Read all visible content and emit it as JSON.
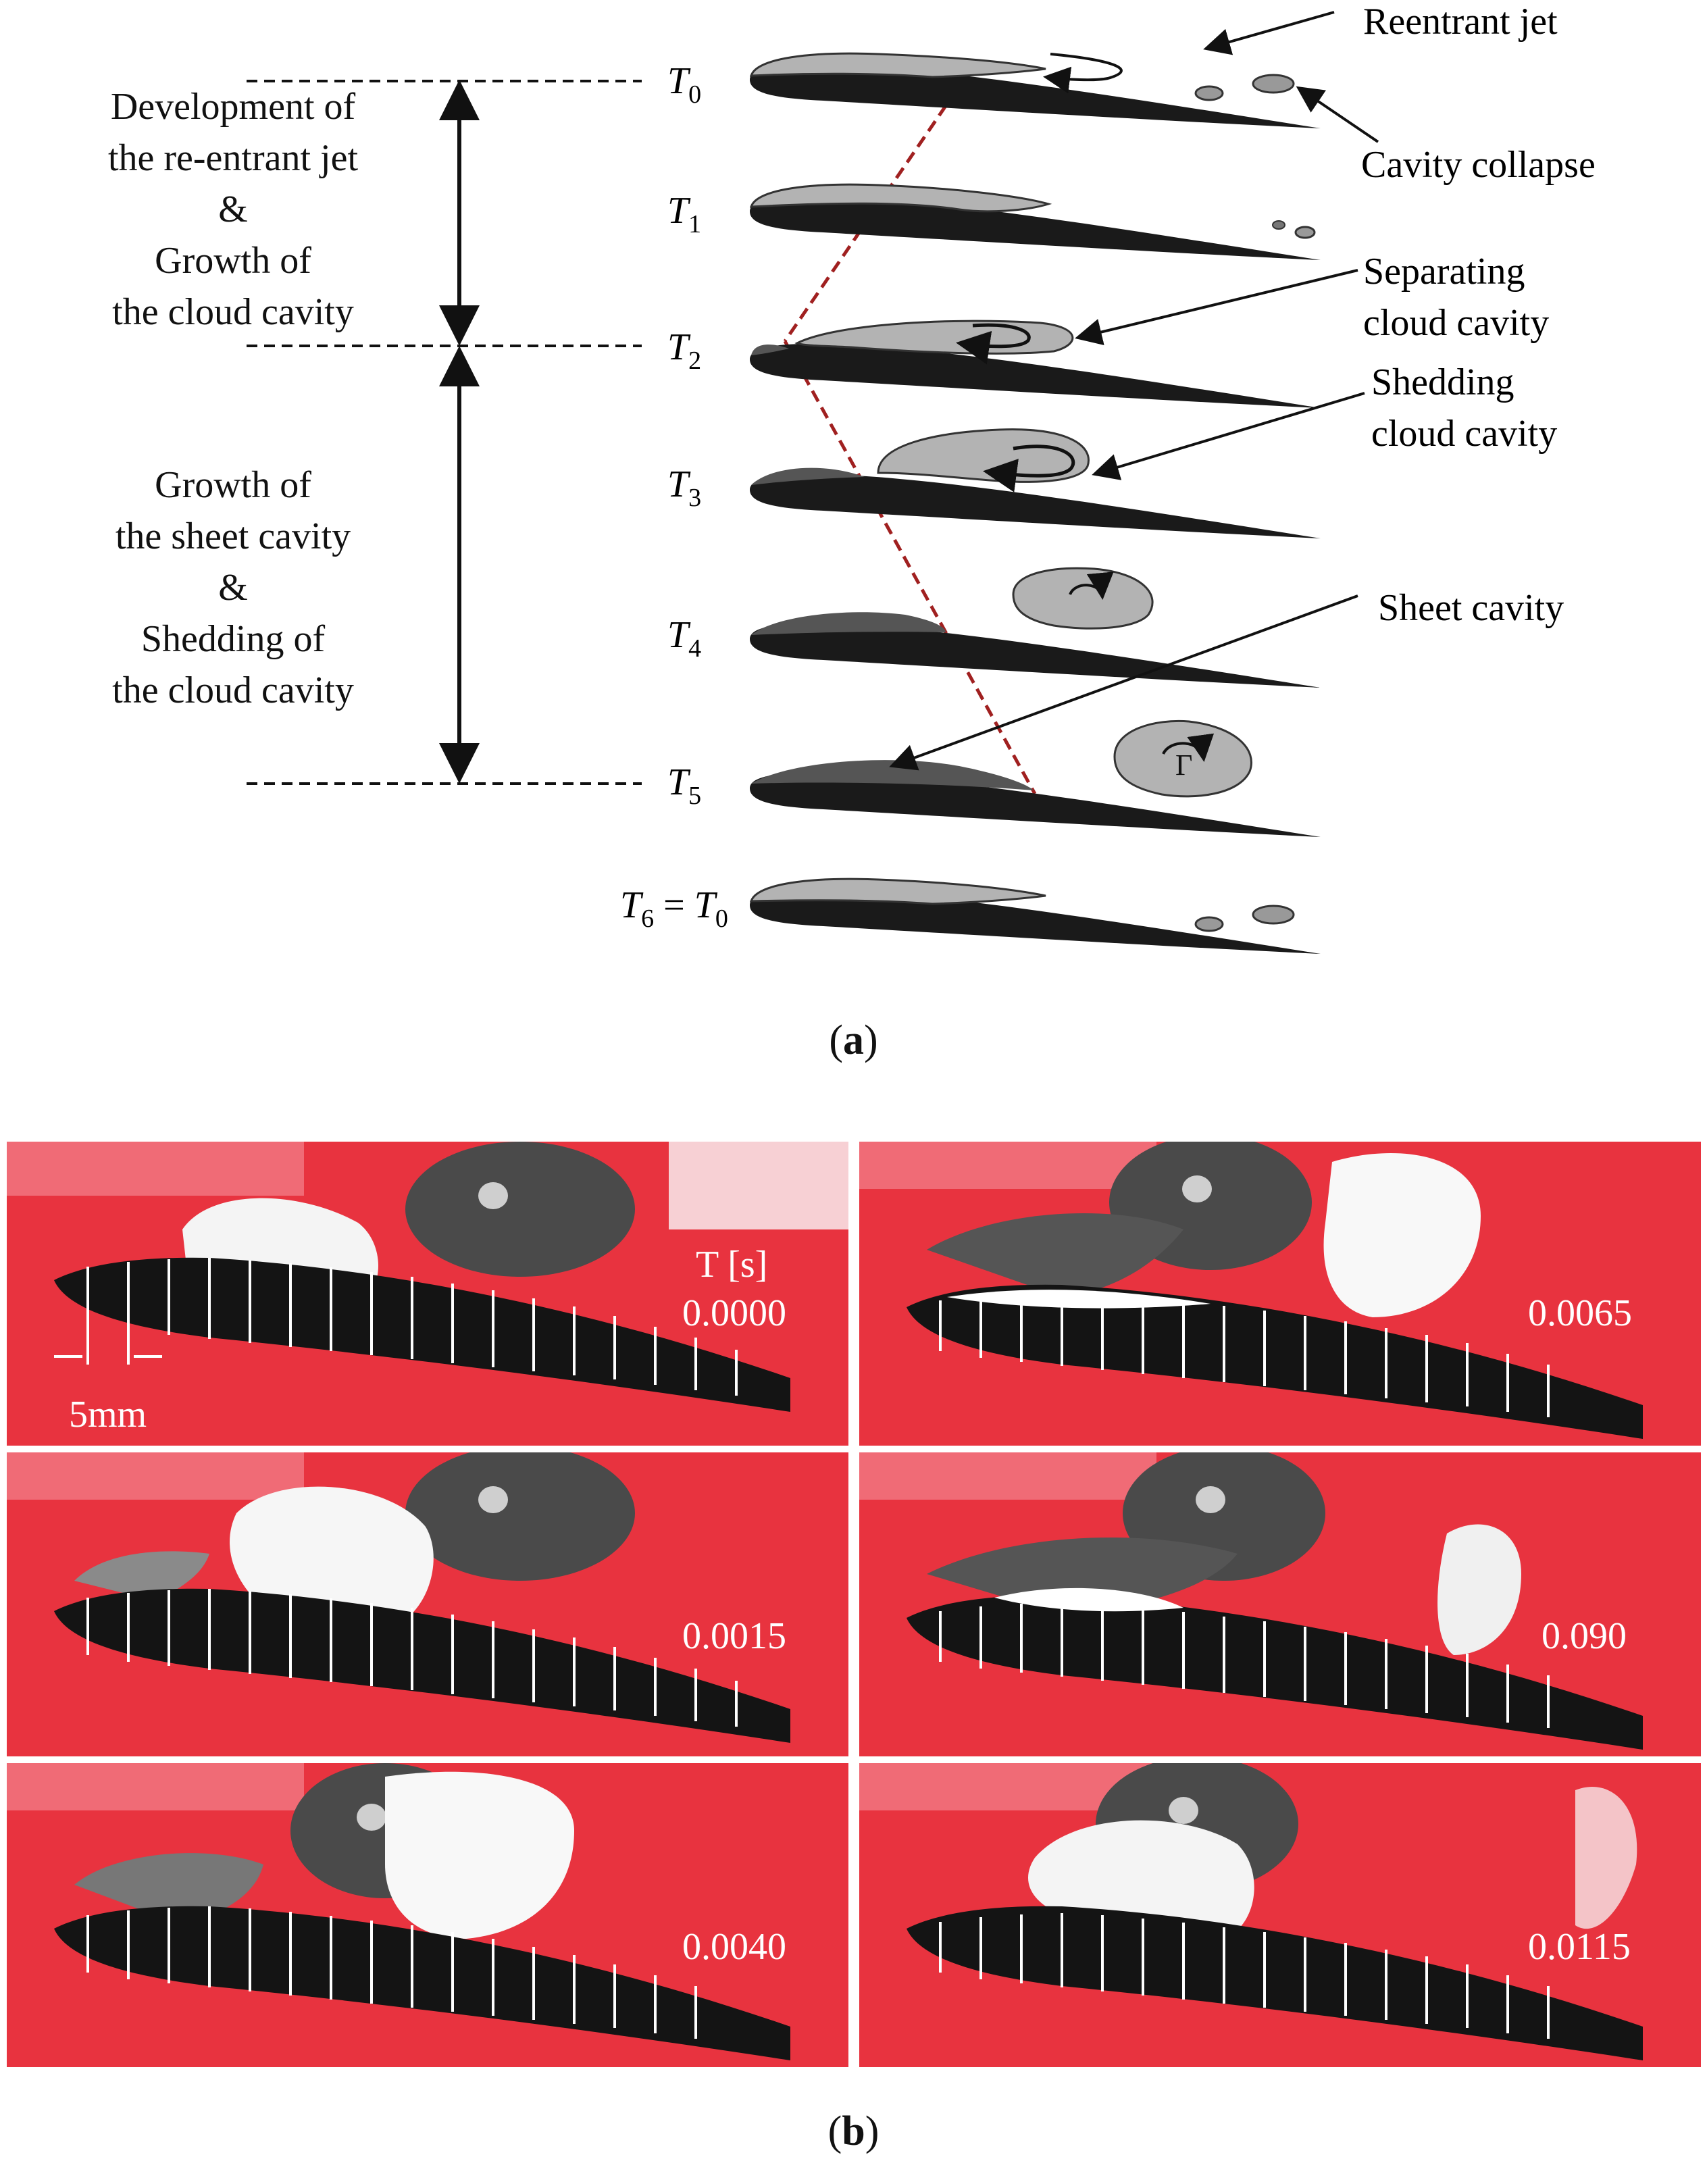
{
  "phases": {
    "upper": [
      "Development of",
      "the re-entrant jet",
      "&",
      "Growth of",
      "the cloud cavity"
    ],
    "lower": [
      "Growth of",
      "the sheet cavity",
      "&",
      "Shedding of",
      "the cloud cavity"
    ]
  },
  "time_labels": [
    {
      "base": "T",
      "sub": "0"
    },
    {
      "base": "T",
      "sub": "1"
    },
    {
      "base": "T",
      "sub": "2"
    },
    {
      "base": "T",
      "sub": "3"
    },
    {
      "base": "T",
      "sub": "4"
    },
    {
      "base": "T",
      "sub": "5"
    },
    {
      "base": "T",
      "sub": "6",
      "suffix": " = ",
      "base2": "T",
      "sub2": "0"
    }
  ],
  "annotations": {
    "reentrant_jet": "Reentrant jet",
    "cavity_collapse": "Cavity collapse",
    "separating_1": "Separating",
    "separating_2": "cloud cavity",
    "shedding_1": "Shedding",
    "shedding_2": "cloud cavity",
    "sheet_cavity": "Sheet cavity",
    "circulation_symbol": "Γ"
  },
  "caption_a": "a",
  "caption_b": "b",
  "photo": {
    "time_header": "T [s]",
    "scale_label": "5mm",
    "times_left": [
      "0.0000",
      "0.0015",
      "0.0040"
    ],
    "times_right": [
      "0.0065",
      "0.090",
      "0.0115"
    ]
  },
  "colors": {
    "hydrofoil": "#1a1a1a",
    "cavity_light": "#b3b3b3",
    "cavity_dark": "#555555",
    "guide_line": "#a02020",
    "tunnel_red": "#e8333f"
  }
}
